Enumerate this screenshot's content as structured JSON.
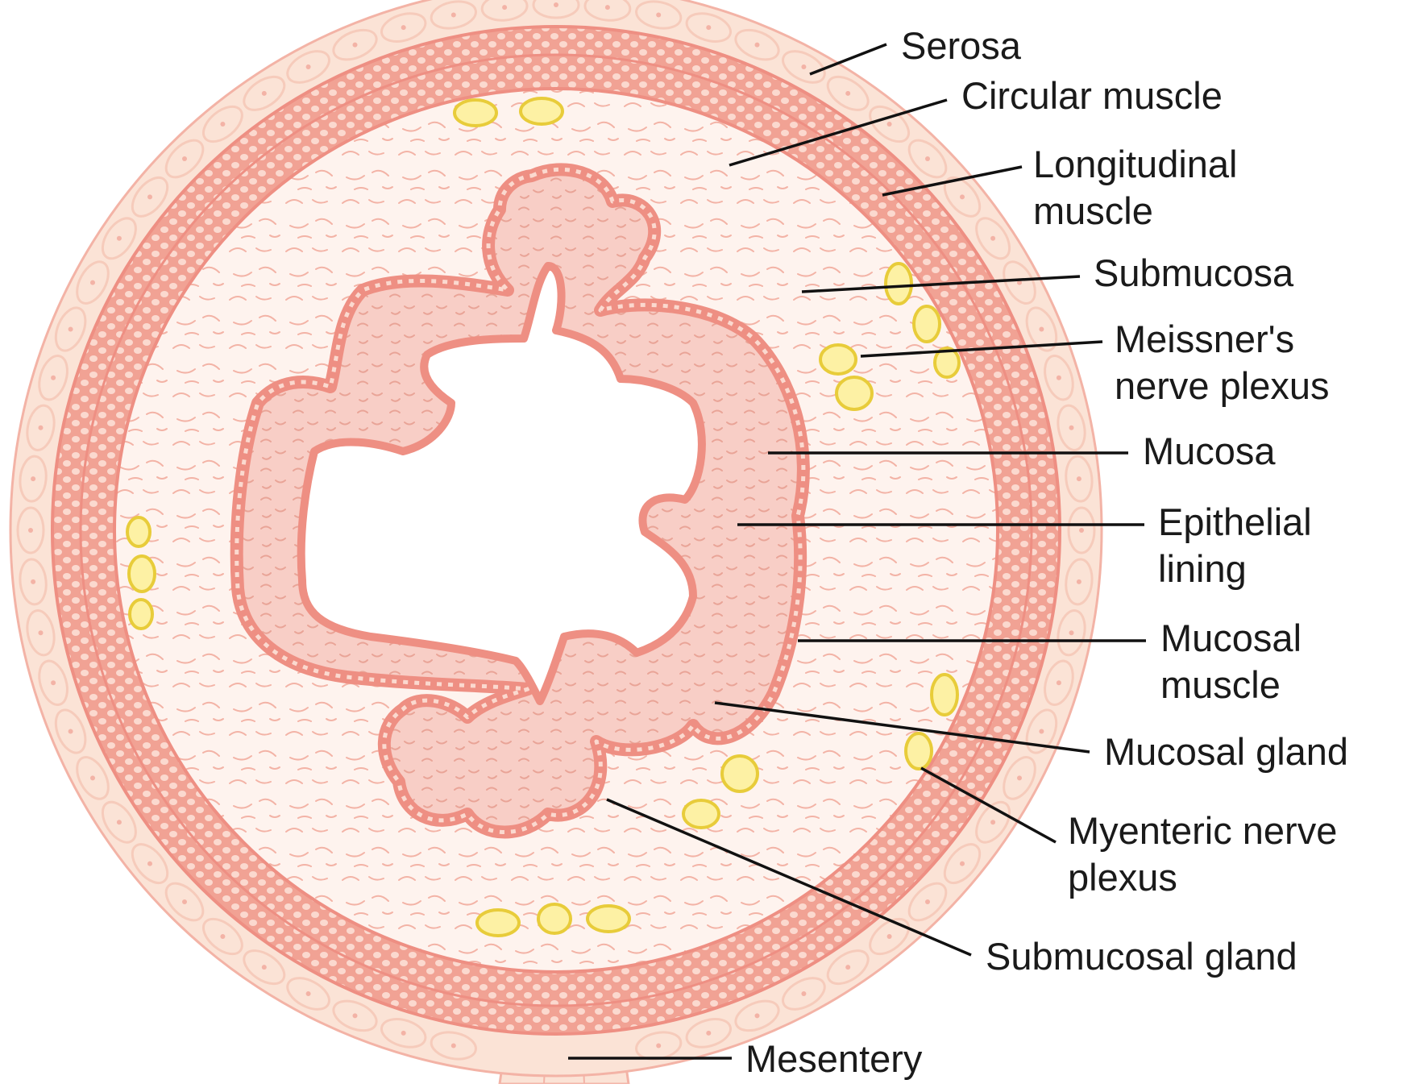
{
  "labels": {
    "serosa": "Serosa",
    "circular_muscle": "Circular muscle",
    "longitudinal_muscle_1": "Longitudinal",
    "longitudinal_muscle_2": "muscle",
    "submucosa": "Submucosa",
    "meissner_1": "Meissner's",
    "meissner_2": "nerve plexus",
    "mucosa": "Mucosa",
    "epithelial_1": "Epithelial",
    "epithelial_2": "lining",
    "mucosal_muscle_1": "Mucosal",
    "mucosal_muscle_2": "muscle",
    "mucosal_gland": "Mucosal gland",
    "myenteric_1": "Myenteric nerve",
    "myenteric_2": "plexus",
    "submucosal_gland": "Submucosal gland",
    "mesentery": "Mesentery"
  },
  "colors": {
    "serosa_fill": "#fbe3d6",
    "serosa_cell": "#f6cbbb",
    "muscle_band": "#f1a294",
    "muscle_cell": "#fbd9cf",
    "submucosa_fill": "#fef3ee",
    "fiber": "#f3b3a6",
    "mucosa_fill": "#f8cec6",
    "epithelium": "#ee8f83",
    "gland_yellow": "#fdf1a4",
    "gland_outline": "#e8cc3a",
    "leader_line": "#111111"
  }
}
